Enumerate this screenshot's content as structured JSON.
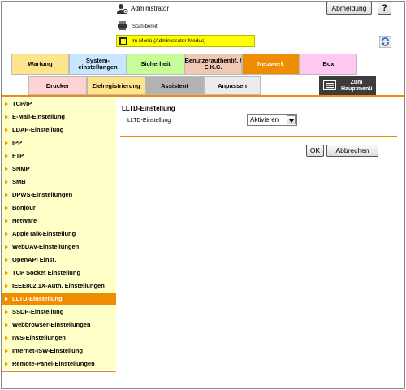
{
  "header": {
    "user_label": "Administrator",
    "logout_label": "Abmeldung",
    "help_label": "?",
    "scan_status": "Scan-bereit",
    "mode_status": "Im Menü (Administrator-Modus)"
  },
  "main_tabs": [
    {
      "label": "Wartung",
      "color": "#ffe48e"
    },
    {
      "label": "System-\neinstellungen",
      "color": "#c8e6ff"
    },
    {
      "label": "Sicherheit",
      "color": "#c6ff9a"
    },
    {
      "label": "Benutzerauthentif. /\nE.K.C.",
      "color": "#f0c8b4"
    },
    {
      "label": "Netzwerk",
      "color": "#f08c00",
      "active": true
    },
    {
      "label": "Box",
      "color": "#ffc8f0"
    }
  ],
  "sub_tabs": [
    {
      "label": "Drucker",
      "color": "#ffd2d2"
    },
    {
      "label": "Zielregistrierung",
      "color": "#ffe48e"
    },
    {
      "label": "Assistent",
      "color": "#b2b2b2",
      "active": true
    },
    {
      "label": "Anpassen",
      "color": "#ececec"
    }
  ],
  "home_button": "Zum\nHauptmenü",
  "sidebar": {
    "items": [
      {
        "label": "TCP/IP"
      },
      {
        "label": "E-Mail-Einstellung"
      },
      {
        "label": "LDAP-Einstellung"
      },
      {
        "label": "IPP"
      },
      {
        "label": "FTP"
      },
      {
        "label": "SNMP"
      },
      {
        "label": "SMB"
      },
      {
        "label": "DPWS-Einstellungen"
      },
      {
        "label": "Bonjour"
      },
      {
        "label": "NetWare"
      },
      {
        "label": "AppleTalk-Einstellung"
      },
      {
        "label": "WebDAV-Einstellungen"
      },
      {
        "label": "OpenAPI Einst."
      },
      {
        "label": "TCP Socket Einstellung"
      },
      {
        "label": "IEEE802.1X-Auth. Einstellungen"
      },
      {
        "label": "LLTD-Einstellung",
        "active": true
      },
      {
        "label": "SSDP-Einstellung"
      },
      {
        "label": "Webbrowser-Einstellungen"
      },
      {
        "label": "IWS-Einstellungen"
      },
      {
        "label": "Internet-ISW-Einstellung"
      },
      {
        "label": "Remote-Panel-Einstellungen"
      }
    ]
  },
  "main": {
    "title": "LLTD-Einstellung",
    "field_label": "LLTD-Einstellung",
    "field_value": "Aktivieren",
    "ok_label": "OK",
    "cancel_label": "Abbrechen"
  },
  "colors": {
    "accent": "#f08c00",
    "sidebar_bg": "#ffffc8",
    "status_bar": "#ffff00"
  }
}
